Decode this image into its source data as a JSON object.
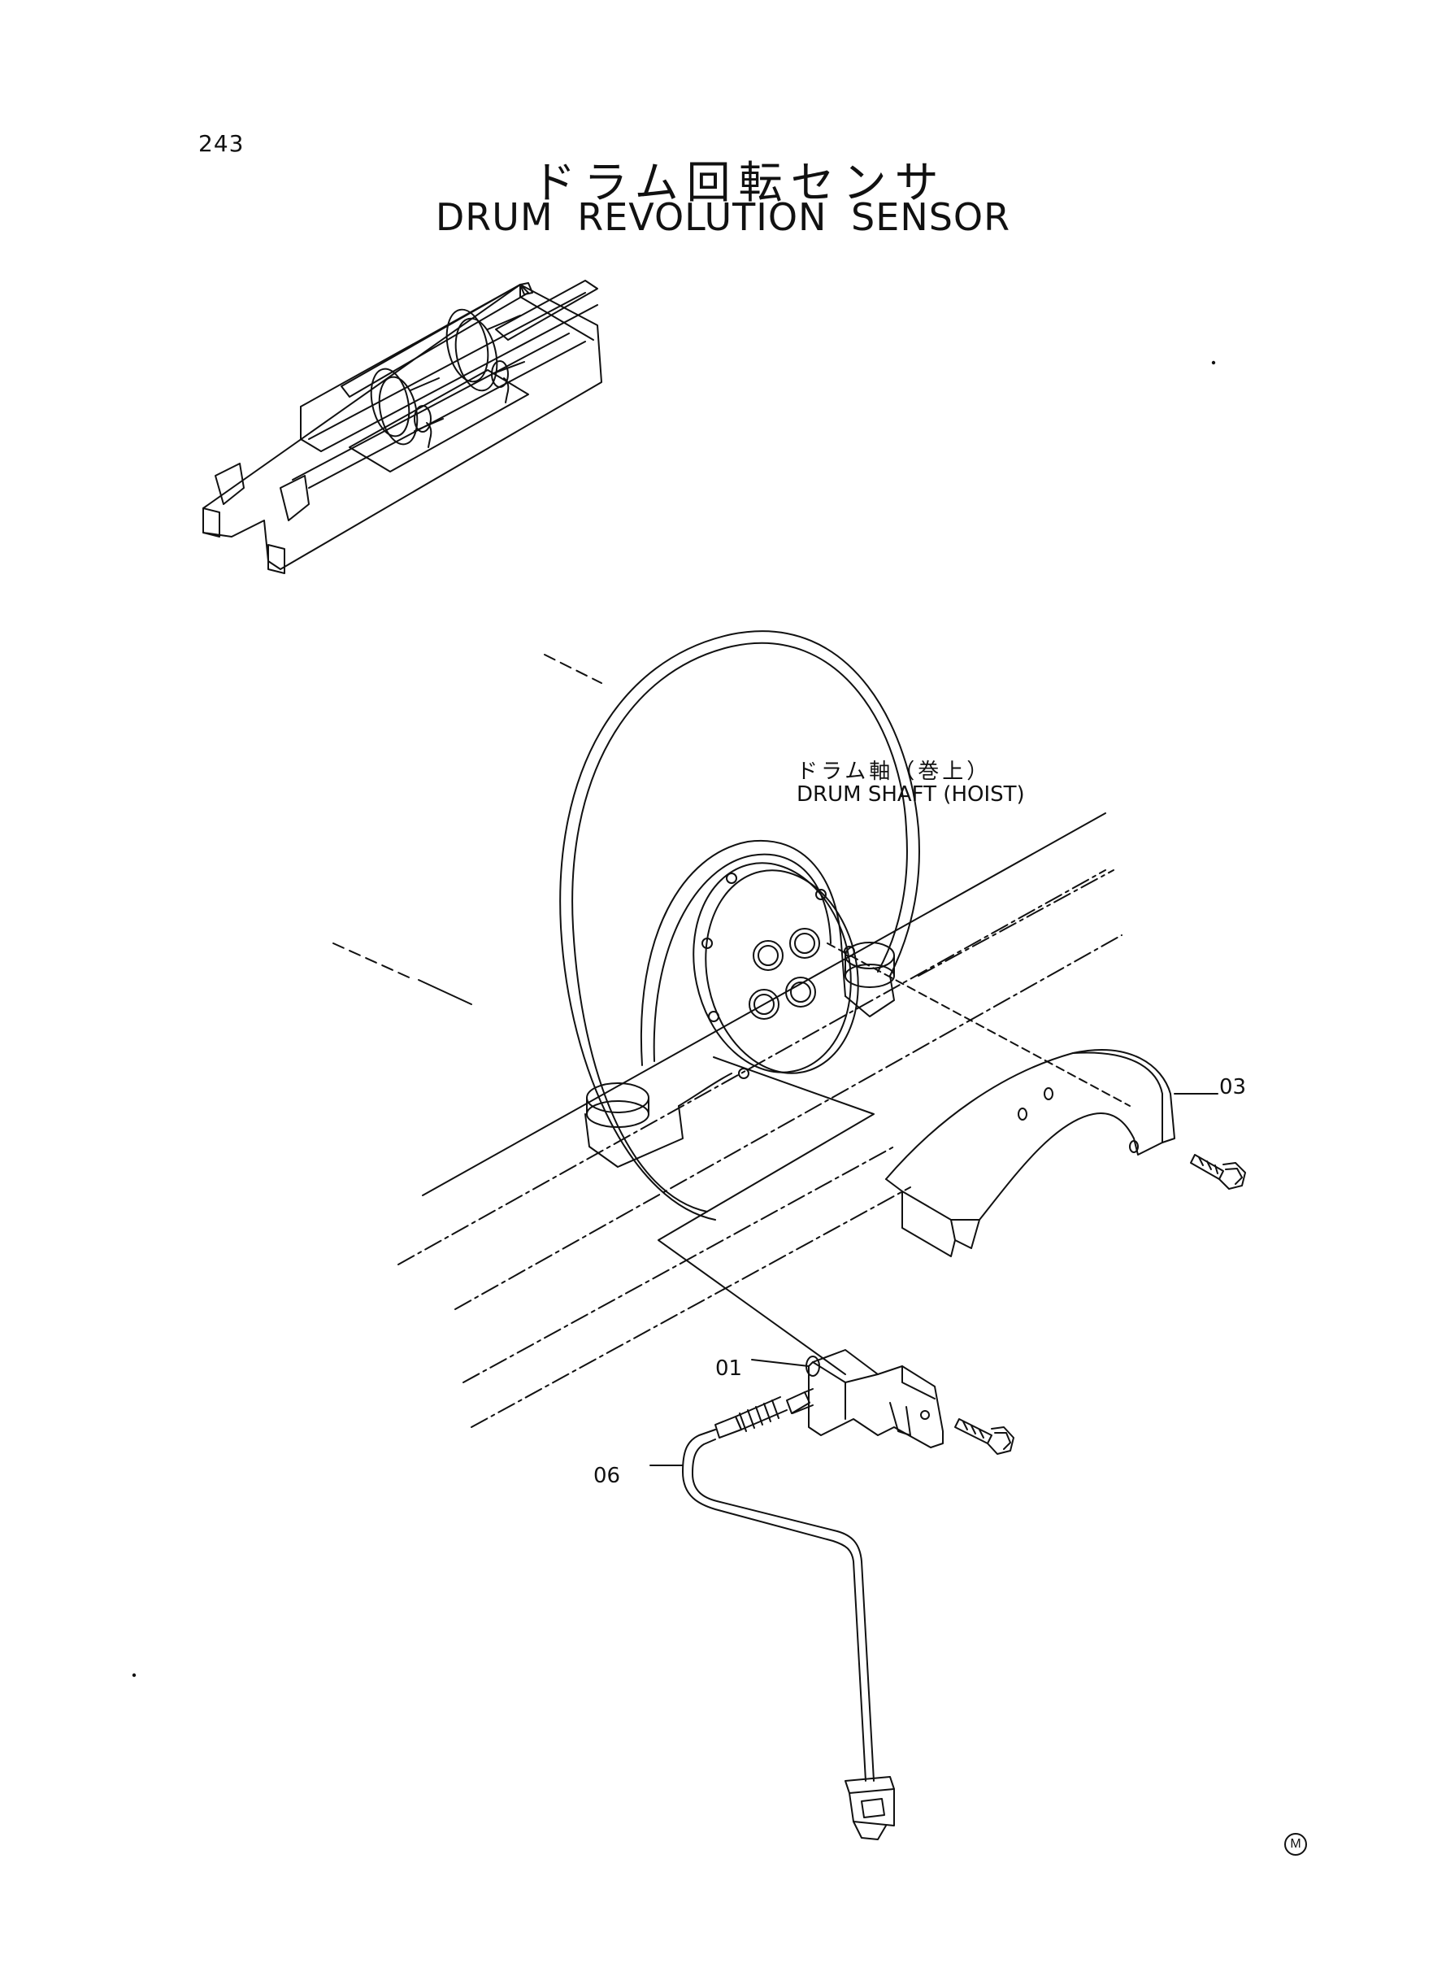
{
  "page_number": "243",
  "title_jp": "ドラム回転センサ",
  "title_en": "DRUM REVOLUTION SENSOR",
  "drum_shaft": {
    "label_jp": "ドラム軸（巻上）",
    "label_en": "DRUM SHAFT (HOIST)"
  },
  "callouts": {
    "part_01": "01",
    "part_03": "03",
    "part_06": "06"
  },
  "corner_mark": "M"
}
